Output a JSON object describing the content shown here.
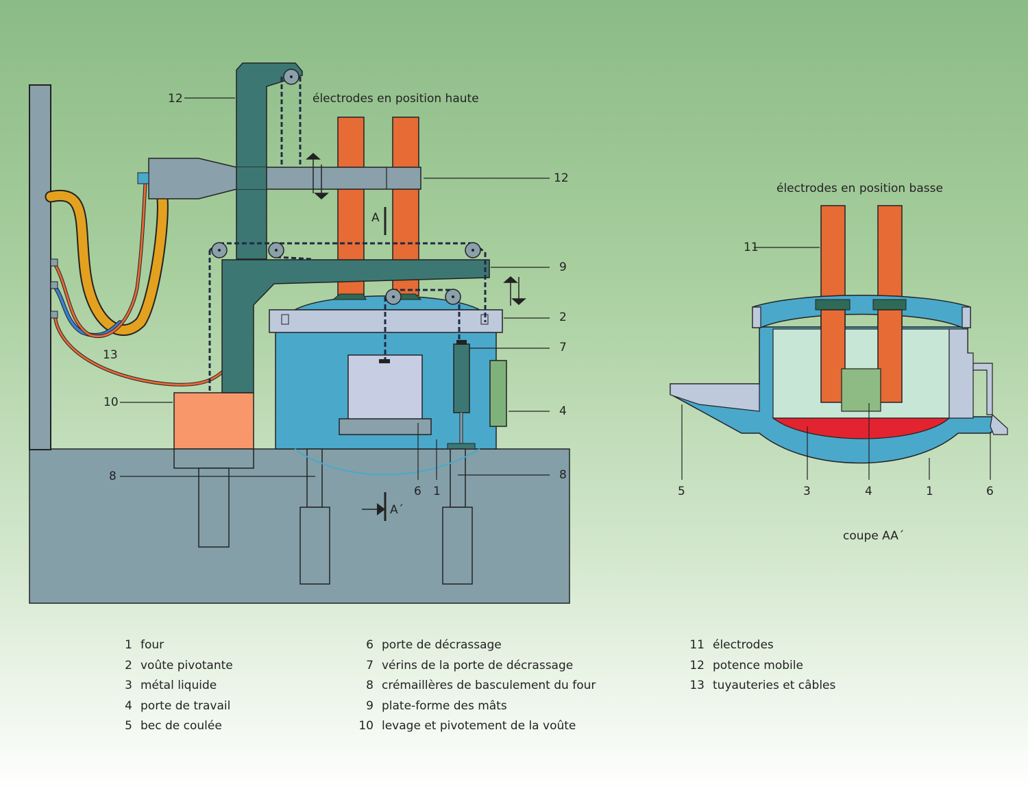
{
  "colors": {
    "ground": "#849fa8",
    "post": "#8aa0ab",
    "mast": "#3d7773",
    "arm": "#8aa0ab",
    "electrode": "#e66b35",
    "furnace": "#4aa8cb",
    "roof": "#bfc9dc",
    "door": "#c7cee3",
    "jack": "#3d7773",
    "work_door": "#7fb27a",
    "lifting_unit": "#f8986a",
    "hose_yellow": "#e3a11f",
    "cable_orange": "#e86a36",
    "cable_blue": "#3b7fd0",
    "slag_pale": "#c8e6d6",
    "liquid_metal": "#e32430",
    "sample_green": "#8dbb83"
  },
  "main_view": {
    "title": "électrodes en position haute",
    "labels": {
      "l12_top": "12",
      "l12_right": "12",
      "l9": "9",
      "l2": "2",
      "l7": "7",
      "l4": "4",
      "l13": "13",
      "l10": "10",
      "l8_left": "8",
      "l8_right": "8",
      "l6": "6",
      "l1": "1",
      "section_a": "A",
      "section_a_prime": "A´"
    }
  },
  "section_view": {
    "title": "électrodes en position basse",
    "caption": "coupe AA´",
    "labels": {
      "l11": "11",
      "l5": "5",
      "l3": "3",
      "l4": "4",
      "l1": "1",
      "l6": "6"
    }
  },
  "legend": {
    "col1": [
      {
        "num": "1",
        "text": "four"
      },
      {
        "num": "2",
        "text": "voûte pivotante"
      },
      {
        "num": "3",
        "text": "métal liquide"
      },
      {
        "num": "4",
        "text": "porte de travail"
      },
      {
        "num": "5",
        "text": "bec de coulée"
      }
    ],
    "col2": [
      {
        "num": "6",
        "text": "porte de décrassage"
      },
      {
        "num": "7",
        "text": "vérins de la porte de décrassage"
      },
      {
        "num": "8",
        "text": "crémaillères de basculement du four"
      },
      {
        "num": "9",
        "text": "plate-forme des mâts"
      },
      {
        "num": "10",
        "text": "levage et pivotement de la voûte"
      }
    ],
    "col3": [
      {
        "num": "11",
        "text": "électrodes"
      },
      {
        "num": "12",
        "text": "potence mobile"
      },
      {
        "num": "13",
        "text": "tuyauteries et câbles"
      }
    ]
  }
}
